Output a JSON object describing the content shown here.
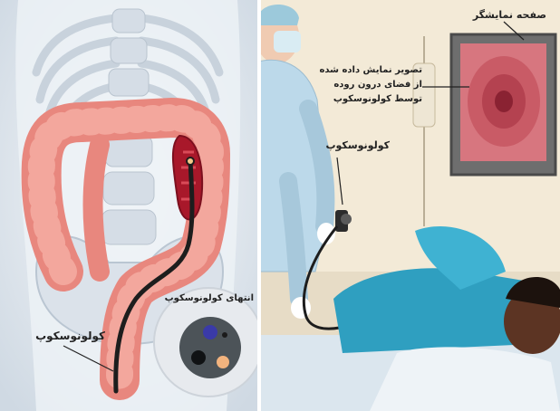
{
  "left_panel": {
    "labels": {
      "scope_tip": "انتهای کولونوسکوپ",
      "colonoscope": "کولونوسکوپ"
    }
  },
  "right_panel": {
    "labels": {
      "screen": "صفحه نمایشگر",
      "image_caption_line1": "تصویر نمایش داده شده",
      "image_caption_line2": "از فضای درون روده",
      "image_caption_line3": "توسط کولونوسکوپ",
      "colonoscope": "کولونوسکوپ"
    }
  },
  "colors": {
    "colon": "#e8877e",
    "colon_inner": "#a8182a",
    "scope": "#1d1d1d",
    "gown": "#2f9fc0",
    "scrubs": "#bcd9ea",
    "screen_tissue": "#d7767f"
  }
}
